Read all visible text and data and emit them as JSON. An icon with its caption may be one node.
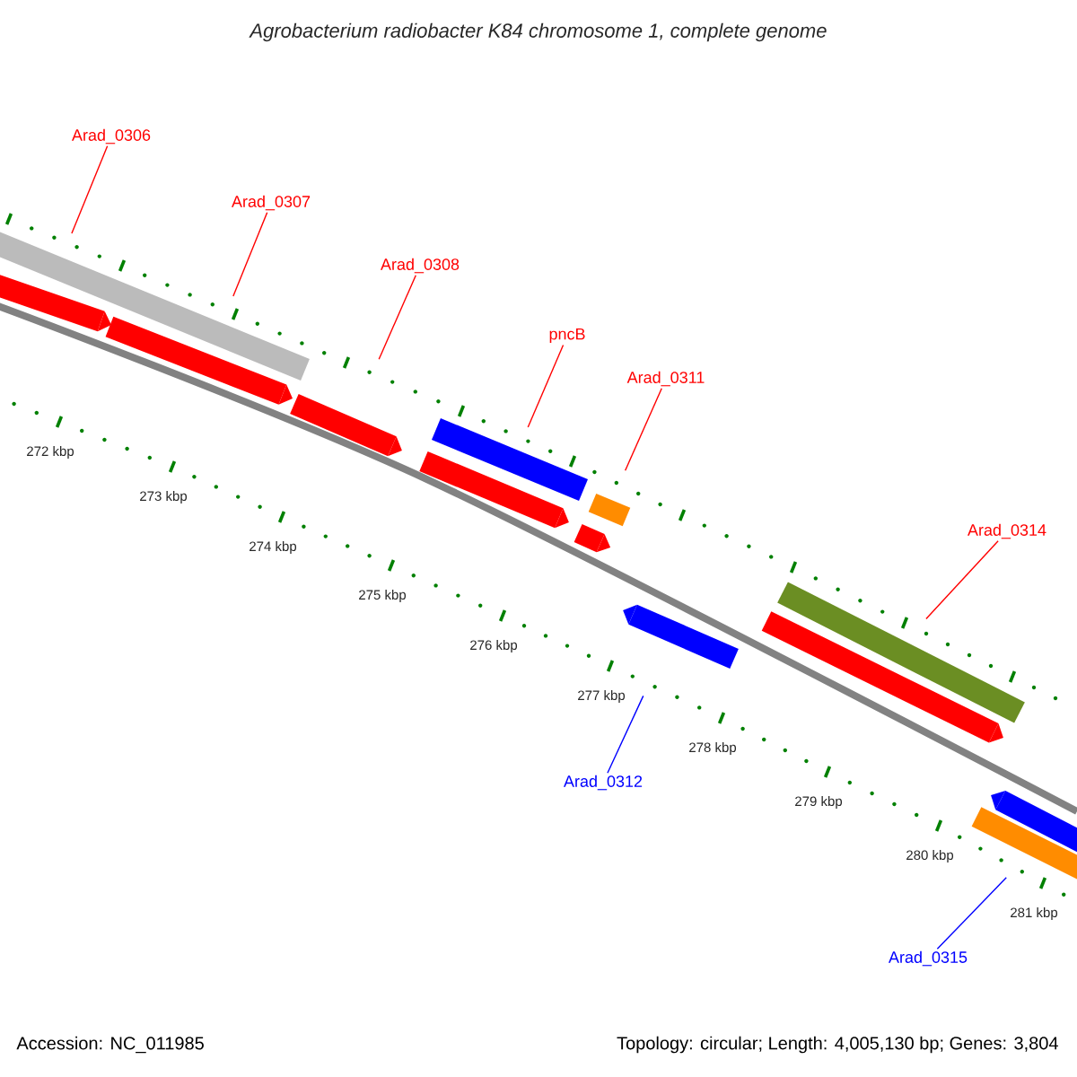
{
  "diagram": {
    "title": "Agrobacterium radiobacter K84 chromosome 1, complete genome",
    "nodes": [
      {
        "text": [
          "Arad_0306"
        ]
      },
      {
        "text": [
          "Arad_0307"
        ]
      },
      {
        "text": [
          "Arad_0308"
        ]
      },
      {
        "text": [
          "pncB"
        ]
      },
      {
        "text": [
          "Arad_0311"
        ]
      },
      {
        "text": [
          "Arad_0314"
        ]
      },
      {
        "text": [
          "Arad_0312"
        ]
      },
      {
        "text": [
          "Arad_0315"
        ]
      },
      {
        "text": [],
        "shape": "bar"
      },
      {
        "text": [],
        "shape": "bar"
      },
      {
        "text": [],
        "shape": "bar"
      },
      {
        "text": [],
        "shape": "bar"
      },
      {
        "text": [],
        "shape": "bar"
      },
      {
        "text": [],
        "shape": "bar"
      },
      {
        "text": [],
        "shape": "bar"
      },
      {
        "text": [],
        "shape": "bar"
      },
      {
        "text": [],
        "shape": "bar"
      },
      {
        "text": [],
        "shape": "bar"
      },
      {
        "text": [],
        "shape": "bar"
      },
      {
        "text": [],
        "shape": "bar"
      },
      {
        "text": [],
        "shape": "bar"
      }
    ],
    "edges": [
      {
        "from": 0,
        "to": 8,
        "arrow": "none"
      },
      {
        "from": 1,
        "to": 8,
        "arrow": "none"
      },
      {
        "from": 2,
        "to": 11,
        "arrow": "none"
      },
      {
        "from": 3,
        "to": 12,
        "arrow": "none"
      },
      {
        "from": 4,
        "to": 14,
        "arrow": "none"
      },
      {
        "from": 5,
        "to": 17,
        "arrow": "none"
      },
      {
        "from": 6,
        "to": 16,
        "arrow": "none",
        "color": "#0000ff"
      },
      {
        "from": 7,
        "to": 20,
        "arrow": "none",
        "color": "#0000ff"
      }
    ],
    "labels": [
      "272 kbp",
      "273 kbp",
      "274 kbp",
      "275 kbp",
      "276 kbp",
      "277 kbp",
      "278 kbp",
      "279 kbp",
      "280 kbp",
      "281 kbp",
      "Accession: NC_011985",
      "Topology: circular; Length: 4,005,130 bp; Genes: 3,804"
    ]
  }
}
